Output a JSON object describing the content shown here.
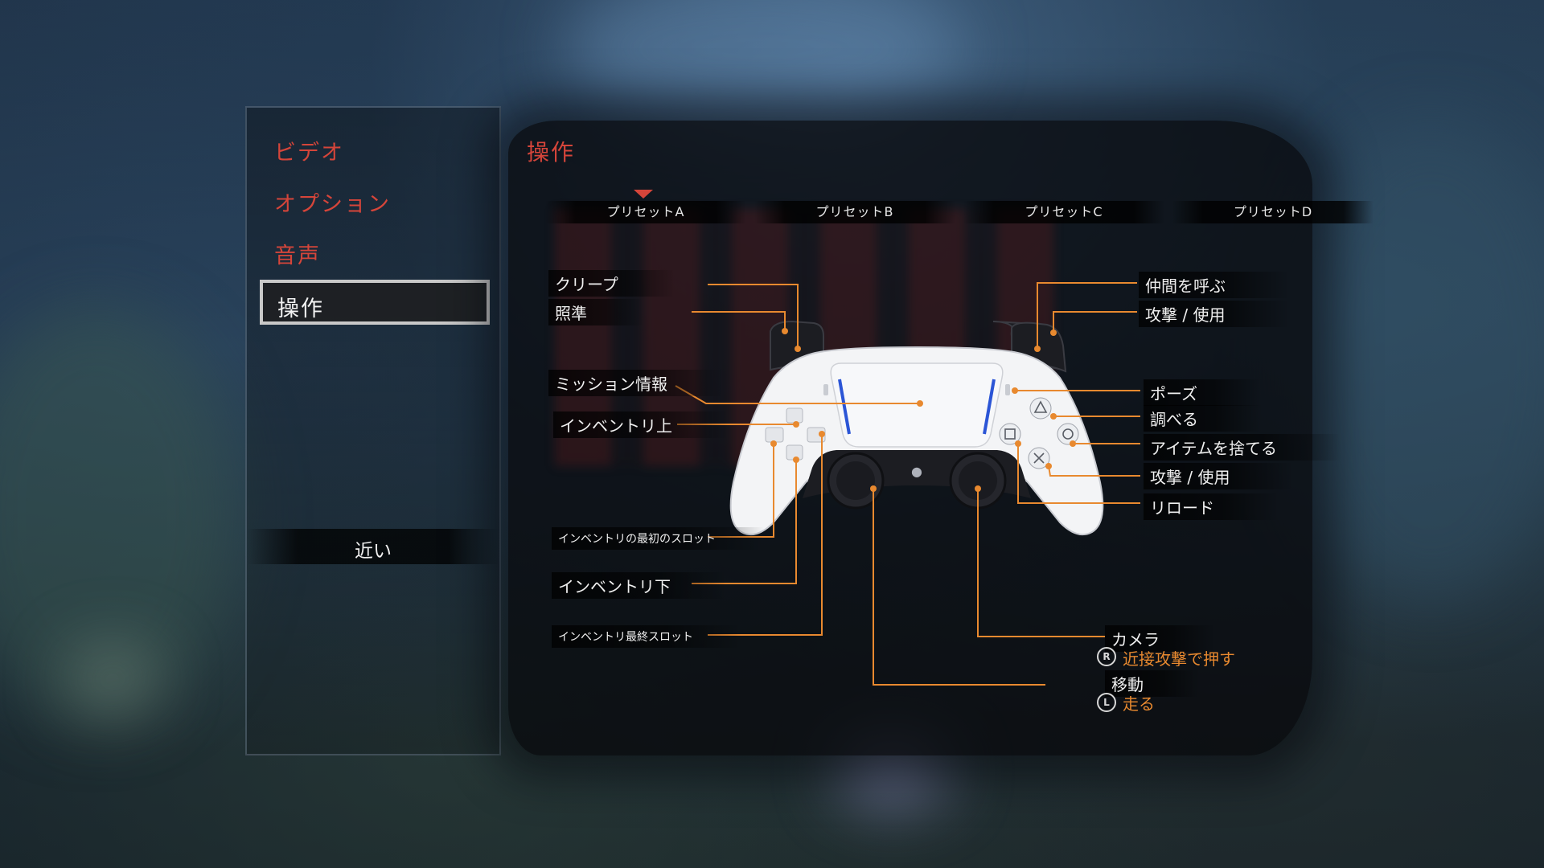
{
  "menu": {
    "items": [
      {
        "label": "ビデオ",
        "active": false
      },
      {
        "label": "オプション",
        "active": false
      },
      {
        "label": "音声",
        "active": false
      },
      {
        "label": "操作",
        "active": true
      }
    ],
    "distance_value": "近い"
  },
  "controls": {
    "title": "操作",
    "presets": [
      "プリセットA",
      "プリセットB",
      "プリセットC",
      "プリセットD"
    ],
    "selected_preset": 0,
    "left_labels": {
      "l2": "クリープ",
      "l1": "照準",
      "touchpad": "ミッション情報",
      "dpad_up": "インベントリ上",
      "dpad_left": "インベントリの最初のスロット",
      "dpad_down": "インベントリ下",
      "dpad_right": "インベントリ最終スロット"
    },
    "right_labels": {
      "r2": "仲間を呼ぶ",
      "r1": "攻撃 / 使用",
      "options": "ポーズ",
      "triangle": "調べる",
      "circle": "アイテムを捨てる",
      "cross": "攻撃 / 使用",
      "square": "リロード"
    },
    "bottom_labels": {
      "right_stick": "カメラ",
      "right_stick_press": "近接攻撃で押す",
      "right_stick_icon": "R",
      "left_stick": "移動",
      "left_stick_press": "走る",
      "left_stick_icon": "L"
    },
    "colors": {
      "accent_red": "#d5453a",
      "leader_orange": "#e8892f",
      "controller_white": "#f3f4f6",
      "controller_black": "#1c1d22",
      "ps_blue": "#2b55d6"
    }
  }
}
